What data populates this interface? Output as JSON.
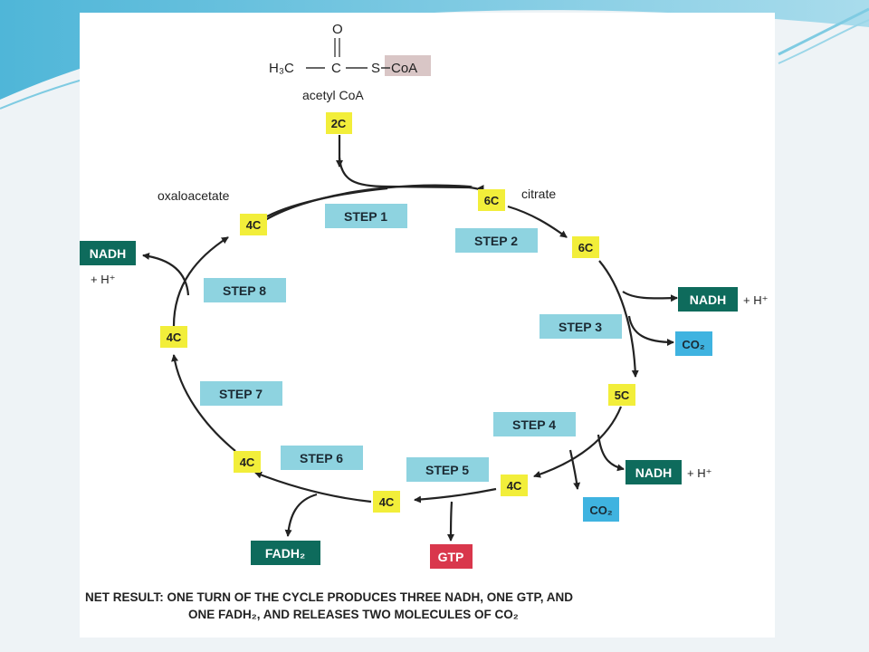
{
  "molecule": {
    "left_group": "H₃C",
    "carbonyl_o": "O",
    "carbon": "C",
    "sulfur": "S",
    "coa": "CoA",
    "name": "acetyl CoA"
  },
  "labels": {
    "citrate": "citrate",
    "oxaloacetate": "oxaloacetate"
  },
  "carbon_boxes": {
    "acetyl": "2C",
    "citrate": "6C",
    "isocitrate": "6C",
    "ketoglutarate": "5C",
    "succinyl": "4C",
    "succinate": "4C",
    "fumarate": "4C",
    "malate": "4C",
    "oxaloacetate": "4C"
  },
  "steps": [
    "STEP 1",
    "STEP 2",
    "STEP 3",
    "STEP 4",
    "STEP 5",
    "STEP 6",
    "STEP 7",
    "STEP 8"
  ],
  "products": {
    "nadh": "NADH",
    "h_plus": "+ H⁺",
    "co2": "CO₂",
    "gtp": "GTP",
    "fadh2": "FADH₂"
  },
  "net_result": {
    "line1": "NET RESULT: ONE TURN OF THE CYCLE PRODUCES THREE NADH, ONE GTP, AND",
    "line2": "ONE FADH₂, AND RELEASES TWO MOLECULES OF CO₂"
  },
  "colors": {
    "yellow_box": "#f2ee3a",
    "step_box": "#8ed3e0",
    "nadh_box": "#0e6b5c",
    "co2_box": "#3fb3e0",
    "gtp_box": "#d9374c",
    "fadh2_box": "#0e6b5c",
    "coa_highlight": "#d9c6c6"
  }
}
